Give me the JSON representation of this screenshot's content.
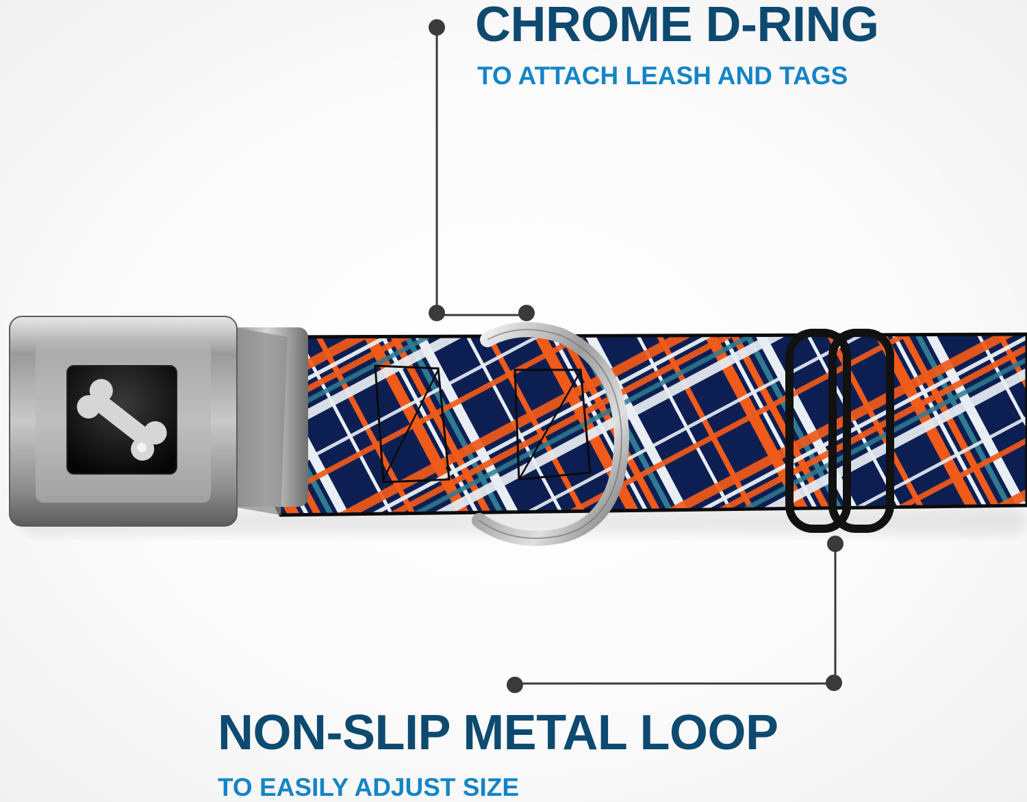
{
  "callouts": {
    "d_ring": {
      "title": "CHROME D-RING",
      "subtitle": "TO ATTACH LEASH AND TAGS"
    },
    "metal_loop": {
      "title": "NON-SLIP METAL LOOP",
      "subtitle": "TO EASILY ADJUST SIZE"
    }
  },
  "colors": {
    "title": "#0e4a70",
    "subtitle": "#1584c6",
    "leader_line": "#3a3a3a",
    "webbing_navy": "#0d1f52",
    "webbing_orange": "#f05a1a",
    "webbing_white": "#e8eef3",
    "webbing_teal": "#2e7b93",
    "buckle_chrome": "#a9a9a9"
  },
  "product": {
    "buckle_icon": "bone-icon",
    "hardware": [
      "seatbelt-buckle",
      "d-ring",
      "slide-loop"
    ]
  }
}
